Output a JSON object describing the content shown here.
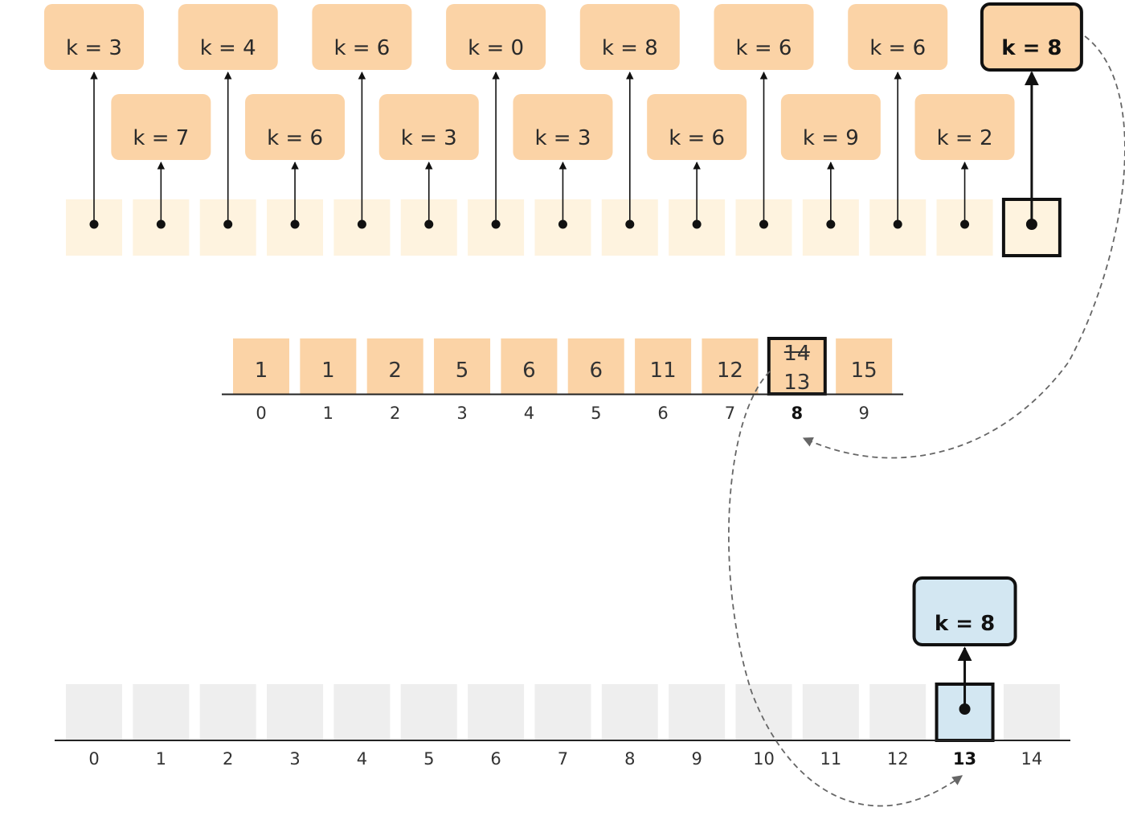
{
  "colors": {
    "key_box_fill": "#fbd3a6",
    "source_slot_fill": "#fef3df",
    "output_slot_fill": "#eeeeee",
    "placed_fill": "#d3e7f2",
    "border": "#111111",
    "dashed_arrow": "#666666"
  },
  "source": {
    "keys": [
      "k = 3",
      "k = 7",
      "k = 4",
      "k = 6",
      "k = 6",
      "k = 3",
      "k = 0",
      "k = 3",
      "k = 8",
      "k = 6",
      "k = 6",
      "k = 9",
      "k = 6",
      "k = 2",
      "k = 8"
    ],
    "current_index": 14
  },
  "counts": {
    "values": [
      "1",
      "1",
      "2",
      "5",
      "6",
      "6",
      "11",
      "12",
      "13",
      "15"
    ],
    "indices": [
      "0",
      "1",
      "2",
      "3",
      "4",
      "5",
      "6",
      "7",
      "8",
      "9"
    ],
    "highlight_index": 8,
    "old_value": "14"
  },
  "output": {
    "indices": [
      "0",
      "1",
      "2",
      "3",
      "4",
      "5",
      "6",
      "7",
      "8",
      "9",
      "10",
      "11",
      "12",
      "13",
      "14"
    ],
    "placed_index": 13,
    "placed_key": "k = 8"
  }
}
